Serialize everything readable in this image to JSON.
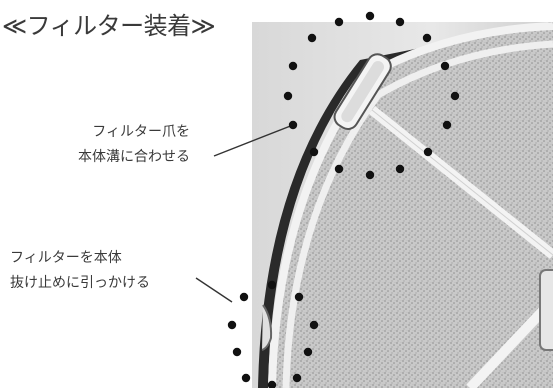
{
  "title": "≪フィルター装着≫",
  "callouts": [
    {
      "lines": [
        "フィルター爪を",
        "本体溝に合わせる"
      ]
    },
    {
      "lines": [
        "フィルターを本体",
        "抜け止めに引っかける"
      ]
    }
  ],
  "colors": {
    "text": "#3a3a3a",
    "dots": "#111111"
  }
}
